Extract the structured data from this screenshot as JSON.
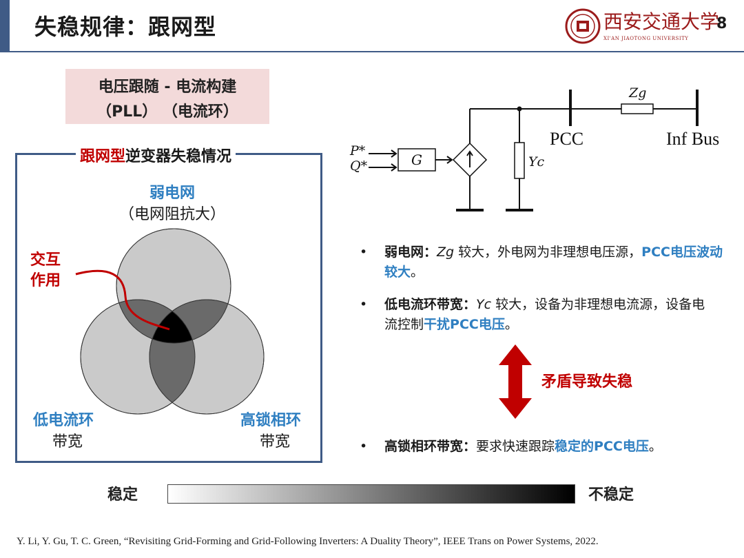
{
  "header": {
    "title": "失稳规律：跟网型",
    "page_number": "8",
    "university_name_cn": "西安交通大学",
    "university_name_en": "XI'AN JIAOTONG UNIVERSITY"
  },
  "mode_box": {
    "line1": "电压跟随 - 电流构建",
    "line2": "（PLL）  （电流环）"
  },
  "venn": {
    "frame_title_red": "跟网型",
    "frame_title_rest": "逆变器失稳情况",
    "top_label": "弱电网",
    "top_sublabel": "（电网阻抗大）",
    "interaction_label": "交互作用",
    "left_label": "低电流环",
    "left_sublabel": "带宽",
    "right_label": "高锁相环",
    "right_sublabel": "带宽"
  },
  "circuit": {
    "p_ref": "P*",
    "q_ref": "Q*",
    "controller": "G",
    "y_c": "Yc",
    "z_g": "Zg",
    "pcc": "PCC",
    "inf_bus": "Inf Bus"
  },
  "bullets": [
    {
      "head": "弱电网：",
      "var": "Zg",
      "text1": " 较大，外电网为非理想电压源，",
      "emph": "PCC电压波动较大",
      "tail": "。"
    },
    {
      "head": "低电流环带宽：",
      "var": "Yc",
      "text1": " 较大，设备为非理想电流源，设备电流控制",
      "emph": "干扰PCC电压",
      "tail": "。"
    },
    {
      "head": "高锁相环带宽：",
      "text1": "要求快速跟踪",
      "emph": "稳定的PCC电压",
      "tail": "。"
    }
  ],
  "conflict_label": "矛盾导致失稳",
  "scale": {
    "left": "稳定",
    "right": "不稳定"
  },
  "reference": "Y. Li, Y. Gu, T. C. Green, “Revisiting Grid-Forming and Grid-Following Inverters: A Duality Theory”, IEEE Trans on Power Systems, 2022.",
  "colors": {
    "accent_blue": "#2f7fc1",
    "accent_red": "#c00000",
    "header_blue": "#3f5b86",
    "mode_bg": "#f3dada"
  }
}
